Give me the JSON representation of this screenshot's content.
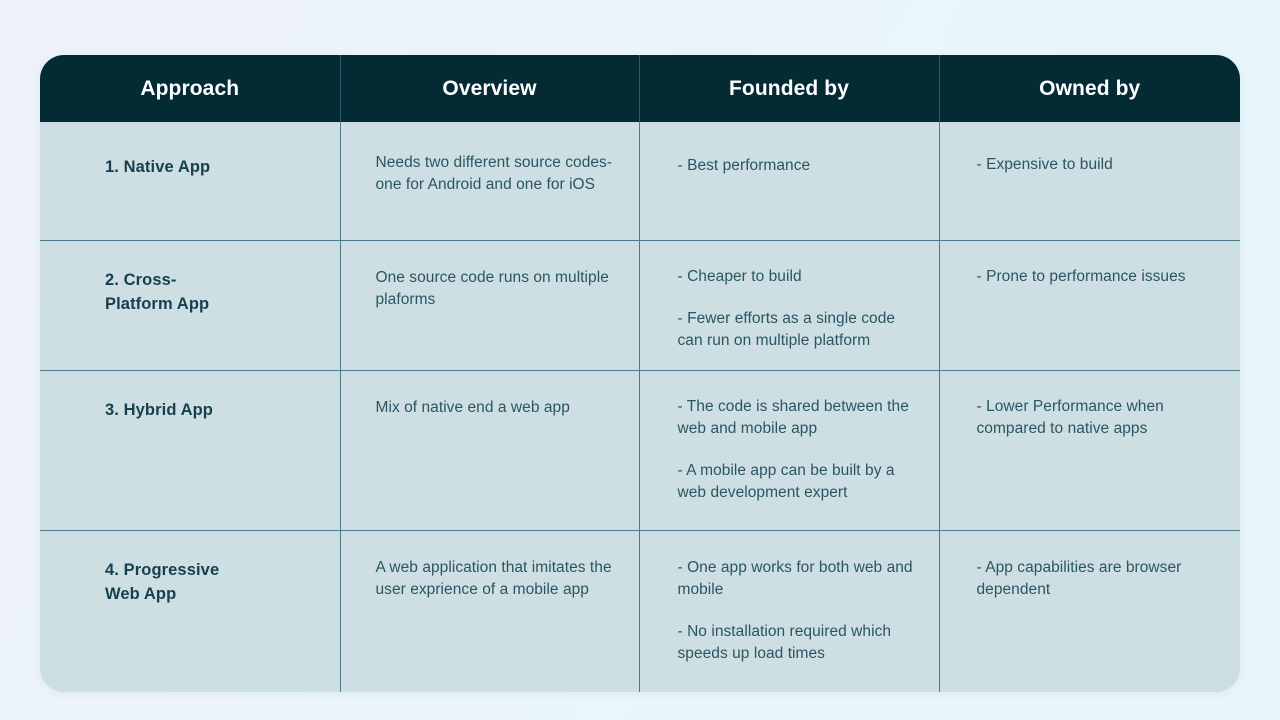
{
  "page": {
    "background_from": "#eef1fb",
    "background_to": "#e6f6fc"
  },
  "table": {
    "header_bg": "#042a33",
    "header_text_color": "#ffffff",
    "cell_bg": "#cedfe3",
    "cell_text_color": "#2a5563",
    "cell_heading_color": "#173f4d",
    "grid_line_color": "#4c7d8c",
    "columns": [
      {
        "key": "approach",
        "label": "Approach"
      },
      {
        "key": "overview",
        "label": "Overview"
      },
      {
        "key": "founded",
        "label": "Founded by"
      },
      {
        "key": "owned",
        "label": "Owned by"
      }
    ],
    "rows": [
      {
        "approach": "1. Native App",
        "overview": [
          "Needs two different source codes-one for Android and one for iOS"
        ],
        "founded": [
          "- Best performance"
        ],
        "owned": [
          "- Expensive to build"
        ]
      },
      {
        "approach": "2. Cross-\nPlatform App",
        "overview": [
          "One source code runs on multiple plaforms"
        ],
        "founded": [
          "- Cheaper to build",
          "- Fewer efforts as a single code can run on multiple platform"
        ],
        "owned": [
          "- Prone to performance issues"
        ]
      },
      {
        "approach": "3. Hybrid App",
        "overview": [
          "Mix of native end a web app"
        ],
        "founded": [
          "- The code is shared between the web and mobile app",
          "- A mobile app can be built by a web development expert"
        ],
        "owned": [
          "- Lower Performance when compared to native apps"
        ]
      },
      {
        "approach": "4. Progressive\nWeb App",
        "overview": [
          "A web application that imitates the user exprience of a mobile app"
        ],
        "founded": [
          "- One app works for both web and mobile",
          "- No installation required which speeds up load times"
        ],
        "owned": [
          "- App capabilities are browser dependent"
        ]
      }
    ]
  }
}
